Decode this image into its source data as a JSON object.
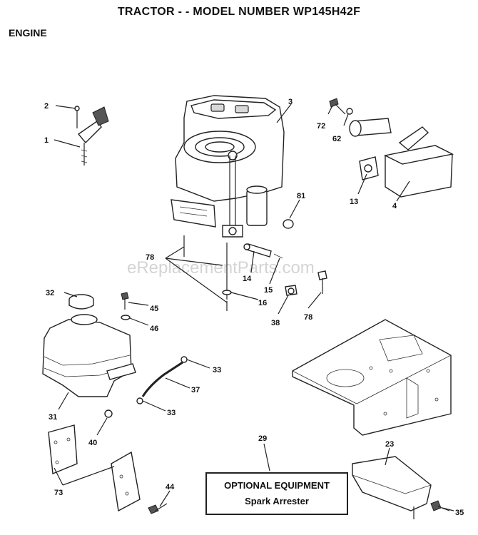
{
  "title": "TRACTOR - - MODEL NUMBER WP145H42F",
  "section": "ENGINE",
  "watermark": "eReplacementParts.com",
  "optional_box": {
    "heading": "OPTIONAL EQUIPMENT",
    "item": "Spark Arrester"
  },
  "callouts": {
    "c1": "1",
    "c2": "2",
    "c3": "3",
    "c4": "4",
    "c13": "13",
    "c14": "14",
    "c15": "15",
    "c16": "16",
    "c23": "23",
    "c29": "29",
    "c31": "31",
    "c32": "32",
    "c33a": "33",
    "c33b": "33",
    "c35": "35",
    "c37": "37",
    "c38": "38",
    "c40": "40",
    "c44": "44",
    "c45": "45",
    "c46": "46",
    "c62": "62",
    "c72": "72",
    "c73": "73",
    "c78a": "78",
    "c78b": "78",
    "c81": "81"
  }
}
